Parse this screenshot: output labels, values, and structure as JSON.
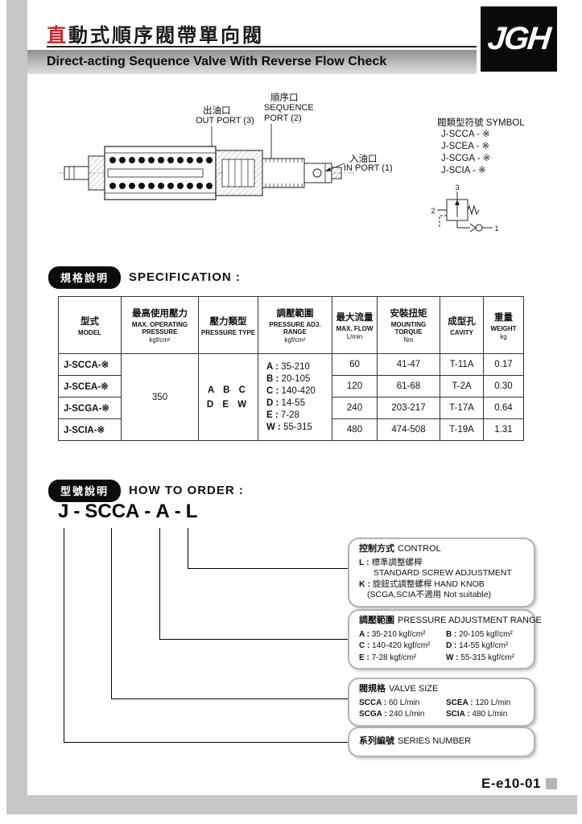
{
  "header": {
    "title_zh_accent": "直",
    "title_zh_rest": "動式順序閥帶單向閥",
    "title_en": "Direct-acting Sequence Valve With Reverse Flow Check",
    "logo_text": "JGH"
  },
  "drawing": {
    "out_port_zh": "出油口",
    "out_port_en": "OUT PORT (3)",
    "seq_port_zh": "順序口",
    "seq_port_en_line1": "SEQUENCE",
    "seq_port_en_line2": "PORT (2)",
    "in_port_zh": "入油口",
    "in_port_en": "IN PORT (1)",
    "symbol_heading": "閥類型符號 SYMBOL",
    "symbol_models": [
      "J-SCCA - ※",
      "J-SCEA - ※",
      "J-SCGA - ※",
      "J-SCIA - ※"
    ],
    "symbol_ports": [
      "3",
      "2",
      "1"
    ]
  },
  "specification": {
    "badge": "規格說明",
    "heading": "SPECIFICATION :",
    "columns": [
      {
        "zh": "型式",
        "en": "MODEL",
        "unit": ""
      },
      {
        "zh": "最高使用壓力",
        "en": "MAX. OPERATING PRESSURE",
        "unit": "kgf/cm²"
      },
      {
        "zh": "壓力類型",
        "en": "PRESSURE TYPE",
        "unit": ""
      },
      {
        "zh": "調壓範圍",
        "en": "PRESSURE ADJ. RANGE",
        "unit": "kgf/cm²"
      },
      {
        "zh": "最大流量",
        "en": "MAX. FLOW",
        "unit": "L/min"
      },
      {
        "zh": "安裝扭矩",
        "en": "MOUNTING TORQUE",
        "unit": "Nm"
      },
      {
        "zh": "成型孔",
        "en": "CAVITY",
        "unit": ""
      },
      {
        "zh": "重量",
        "en": "WEIGHT",
        "unit": "kg"
      }
    ],
    "max_operating_pressure": "350",
    "pressure_type_line1": "A B C",
    "pressure_type_line2": "D E W",
    "adj_ranges": [
      {
        "k": "A :",
        "v": "35-210"
      },
      {
        "k": "B :",
        "v": "20-105"
      },
      {
        "k": "C :",
        "v": "140-420"
      },
      {
        "k": "D :",
        "v": "14-55"
      },
      {
        "k": "E :",
        "v": "7-28"
      },
      {
        "k": "W :",
        "v": "55-315"
      }
    ],
    "rows": [
      {
        "model": "J-SCCA-※",
        "flow": "60",
        "torque": "41-47",
        "cavity": "T-11A",
        "weight": "0.17"
      },
      {
        "model": "J-SCEA-※",
        "flow": "120",
        "torque": "61-68",
        "cavity": "T-2A",
        "weight": "0.30"
      },
      {
        "model": "J-SCGA-※",
        "flow": "240",
        "torque": "203-217",
        "cavity": "T-17A",
        "weight": "0.64"
      },
      {
        "model": "J-SCIA-※",
        "flow": "480",
        "torque": "474-508",
        "cavity": "T-19A",
        "weight": "1.31"
      }
    ]
  },
  "how_to_order": {
    "badge": "型號說明",
    "heading": "HOW TO ORDER :",
    "code_parts": [
      "J",
      "SCCA",
      "A",
      "L"
    ],
    "separator": "-",
    "control_box": {
      "title_zh": "控制方式",
      "title_en": "CONTROL",
      "l_key": "L :",
      "l_zh": "標準調整螺桿",
      "l_en": "STANDARD SCREW ADJUSTMENT",
      "k_key": "K :",
      "k_zh": "旋鈕式調整螺桿 HAND KNOB",
      "k_note": "(SCGA,SCIA不適用  Not suitable)"
    },
    "range_box": {
      "title_zh": "調壓範圍",
      "title_en": "PRESSURE ADJUSTMENT RANGE",
      "entries": [
        {
          "k": "A :",
          "v": "35-210 kgf/cm²"
        },
        {
          "k": "B :",
          "v": "20-105 kgf/cm²"
        },
        {
          "k": "C :",
          "v": "140-420 kgf/cm²"
        },
        {
          "k": "D :",
          "v": "14-55 kgf/cm²"
        },
        {
          "k": "E :",
          "v": "7-28 kgf/cm²"
        },
        {
          "k": "W :",
          "v": "55-315 kgf/cm²"
        }
      ]
    },
    "size_box": {
      "title_zh": "閥規格",
      "title_en": "VALVE SIZE",
      "entries": [
        {
          "k": "SCCA :",
          "v": "60 L/min"
        },
        {
          "k": "SCEA :",
          "v": "120 L/min"
        },
        {
          "k": "SCGA :",
          "v": "240 L/min"
        },
        {
          "k": "SCIA :",
          "v": "480 L/min"
        }
      ]
    },
    "series_box": {
      "title_zh": "系列編號",
      "title_en": "SERIES NUMBER"
    }
  },
  "footer": {
    "doc_number": "E-e10-01"
  }
}
